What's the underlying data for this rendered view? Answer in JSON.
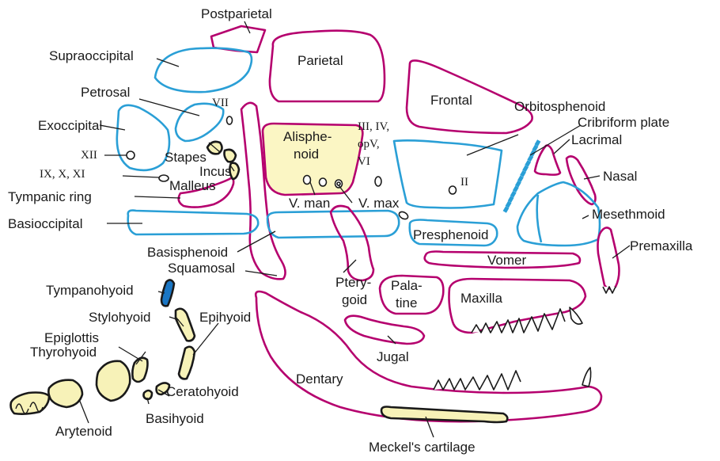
{
  "colors": {
    "dermal": "#b5006e",
    "endochondral": "#2a9fd6",
    "cartilage_fill": "#f7f2b8",
    "alisphenoid_fill": "#fbf6c4",
    "tympanohyoid": "#1a76c4",
    "line": "#1a1a1a"
  },
  "labels": {
    "postparietal": "Postparietal",
    "parietal": "Parietal",
    "supraoccipital": "Supraoccipital",
    "petrosal": "Petrosal",
    "frontal": "Frontal",
    "orbitosphenoid": "Orbitosphenoid",
    "cribriform": "Cribriform plate",
    "lacrimal": "Lacrimal",
    "exoccipital": "Exoccipital",
    "alisphenoid": [
      "Alisphe-",
      "noid"
    ],
    "stapes": "Stapes",
    "incus": "Incus",
    "malleus": "Malleus",
    "nasal": "Nasal",
    "tympanic_ring": "Tympanic ring",
    "v_man": "V. man",
    "v_max": "V. max",
    "mesethmoid": "Mesethmoid",
    "basioccipital": "Basioccipital",
    "presphenoid": "Presphenoid",
    "premaxilla": "Premaxilla",
    "basisphenoid": "Basisphenoid",
    "vomer": "Vomer",
    "squamosal": "Squamosal",
    "pterygoid": [
      "Ptery-",
      "goid"
    ],
    "palatine": [
      "Pala-",
      "tine"
    ],
    "tympanohyoid": "Tympanohyoid",
    "maxilla": "Maxilla",
    "stylohyoid": "Stylohyoid",
    "epihyoid": "Epihyoid",
    "epiglottis": "Epiglottis",
    "thyrohyoid": "Thyrohyoid",
    "jugal": "Jugal",
    "dentary": "Dentary",
    "ceratohyoid": "Ceratohyoid",
    "basihyoid": "Basihyoid",
    "arytenoid": "Arytenoid",
    "meckels": "Meckel's cartilage"
  },
  "nerves": {
    "vii": "VII",
    "iii_iv": "III, IV,",
    "op_v": "opV,",
    "vi": "VI",
    "xii": "XII",
    "ix_x_xi": "IX, X, XI",
    "ii": "II"
  }
}
